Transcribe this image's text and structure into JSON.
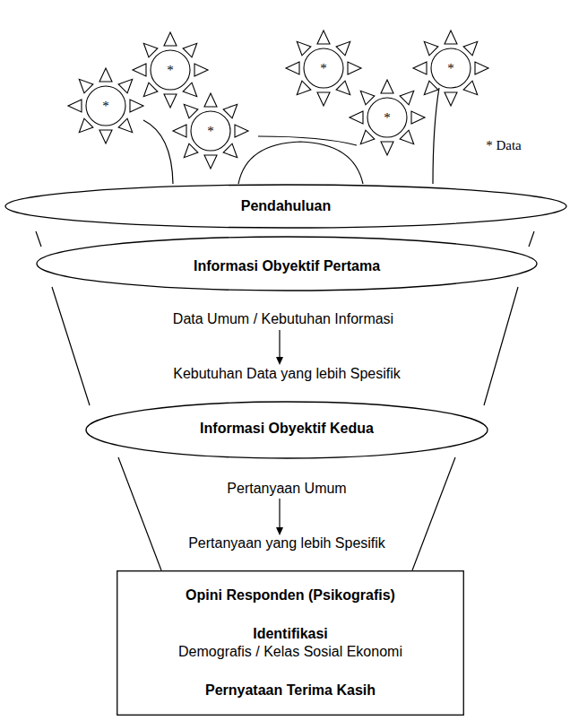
{
  "diagram": {
    "nodes": [
      {
        "text": [
          "Pendahuluan"
        ]
      },
      {
        "text": [
          "Informasi Obyektif Pertama"
        ]
      },
      {
        "text": [
          "Informasi Obyektif Kedua"
        ]
      },
      {
        "text": [
          "Opini Responden (Psikografis)",
          "Identifikasi",
          "Demografis / Kelas Sosial Ekonomi",
          "Pernyataan Terima Kasih"
        ]
      }
    ],
    "labels": [
      "*",
      "*",
      "*",
      "*",
      "*",
      "*",
      "* Data",
      "Data Umum / Kebutuhan Informasi",
      "Kebutuhan Data yang lebih Spesifik",
      "Pertanyaan Umum",
      "Pertanyaan yang lebih Spesifik"
    ]
  }
}
